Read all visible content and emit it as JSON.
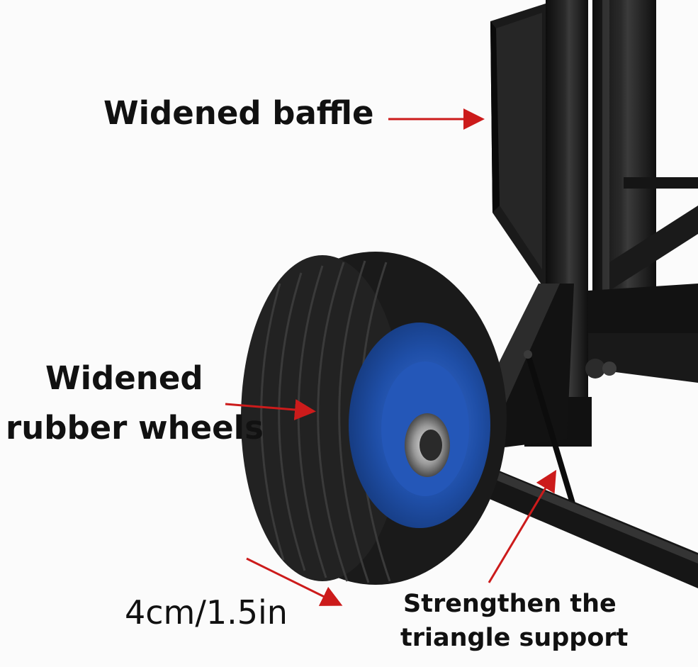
{
  "labels": {
    "baffle": "Widened baffle",
    "wheels_line1": "Widened",
    "wheels_line2": "rubber wheels",
    "width": "4cm/1.5in",
    "triangle_line1": "Strengthen the",
    "triangle_line2": "triangle support"
  },
  "colors": {
    "arrow": "#cc1b1b",
    "frame": "#141414",
    "tire": "#1c1c1c",
    "rim": "#1f4fa8",
    "background": "#fbfbfb"
  }
}
